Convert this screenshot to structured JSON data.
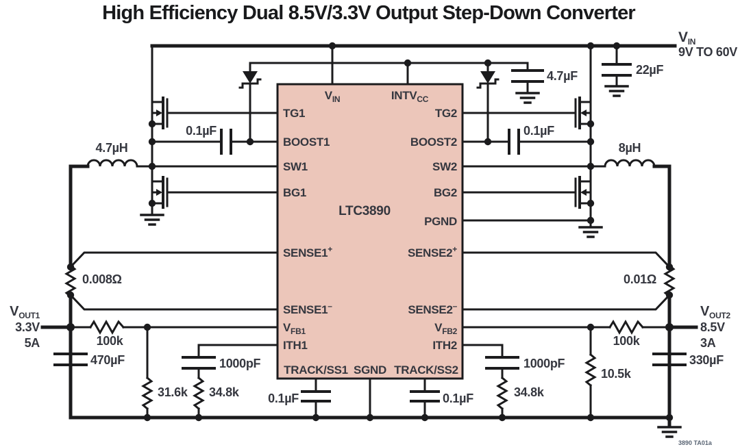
{
  "title": "High Efficiency Dual 8.5V/3.3V Output Step-Down Converter",
  "supply": {
    "name_base": "V",
    "name_sub": "IN",
    "range": "9V TO 60V"
  },
  "ic": {
    "part": "LTC3890",
    "pins": {
      "vin_base": "V",
      "vin_sub": "IN",
      "intvcc_base": "INTV",
      "intvcc_sub": "CC",
      "tg1": "TG1",
      "tg2": "TG2",
      "boost1": "BOOST1",
      "boost2": "BOOST2",
      "sw1": "SW1",
      "sw2": "SW2",
      "bg1": "BG1",
      "bg2": "BG2",
      "pgnd": "PGND",
      "sense1p_base": "SENSE1",
      "sense1p_sup": "+",
      "sense2p_base": "SENSE2",
      "sense2p_sup": "+",
      "sense1m_base": "SENSE1",
      "sense1m_sup": "–",
      "sense2m_base": "SENSE2",
      "sense2m_sup": "–",
      "vfb1_base": "V",
      "vfb1_sub": "FB1",
      "vfb2_base": "V",
      "vfb2_sub": "FB2",
      "ith1": "ITH1",
      "ith2": "ITH2",
      "trackss1": "TRACK/SS1",
      "sgnd": "SGND",
      "trackss2": "TRACK/SS2"
    }
  },
  "components": {
    "cin": "22µF",
    "cvcc": "4.7µF",
    "cb1": "0.1µF",
    "cb2": "0.1µF",
    "l1": "4.7µH",
    "l2": "8µH",
    "rs1": "0.008Ω",
    "rs2": "0.01Ω",
    "rfb1_top": "100k",
    "rfb1_bot": "31.6k",
    "rfb2_top": "100k",
    "rfb2_bot": "10.5k",
    "cith1": "1000pF",
    "rith1": "34.8k",
    "cith2": "1000pF",
    "rith2": "34.8k",
    "css1": "0.1µF",
    "css2": "0.1µF",
    "cout1": "470µF",
    "cout2": "330µF"
  },
  "outputs": {
    "out1_base": "V",
    "out1_sub": "OUT1",
    "out1_v": "3.3V",
    "out1_i": "5A",
    "out2_base": "V",
    "out2_sub": "OUT2",
    "out2_v": "8.5V",
    "out2_i": "3A"
  },
  "footnote": "3890 TA01a"
}
